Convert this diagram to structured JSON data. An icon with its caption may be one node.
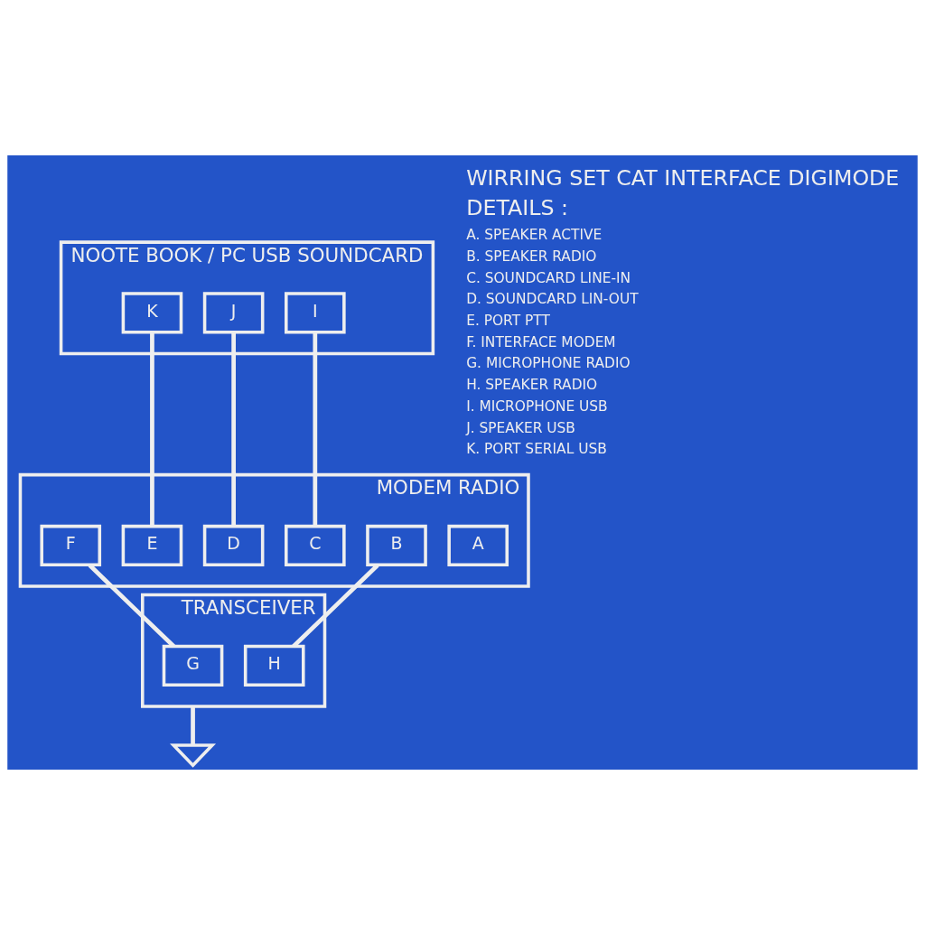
{
  "diagram": {
    "nodes": [
      {
        "text": [
          "NOOTE BOOK / PC USB SOUNDCARD"
        ]
      },
      {
        "text": [
          "I"
        ],
        "in": 0
      },
      {
        "text": [
          "J"
        ],
        "in": 0
      },
      {
        "text": [
          "K"
        ],
        "in": 0
      },
      {
        "text": [
          "MODEM RADIO"
        ]
      },
      {
        "text": [
          "A"
        ],
        "in": 4
      },
      {
        "text": [
          "B"
        ],
        "in": 4
      },
      {
        "text": [
          "C"
        ],
        "in": 4
      },
      {
        "text": [
          "D"
        ],
        "in": 4
      },
      {
        "text": [
          "E"
        ],
        "in": 4
      },
      {
        "text": [
          "F"
        ],
        "in": 4
      },
      {
        "text": [
          "TRANSCEIVER"
        ]
      },
      {
        "text": [
          "G"
        ],
        "in": 11
      },
      {
        "text": [
          "H"
        ],
        "in": 11
      },
      {
        "text": [],
        "shape": "antenna"
      }
    ],
    "edges": [
      {
        "from": 1,
        "to": 7,
        "arrow": "none"
      },
      {
        "from": 2,
        "to": 8,
        "arrow": "none"
      },
      {
        "from": 3,
        "to": 9,
        "arrow": "none"
      },
      {
        "from": 10,
        "to": 12,
        "arrow": "none"
      },
      {
        "from": 6,
        "to": 13,
        "arrow": "none"
      },
      {
        "from": 11,
        "to": 14,
        "arrow": "none"
      }
    ],
    "labels": [
      "WIRRING SET CAT INTERFACE DIGIMODE",
      "DETAILS :",
      "A. SPEAKER ACTIVE",
      "B. SPEAKER RADIO",
      "C. SOUNDCARD LINE-IN",
      "D. SOUNDCARD LIN-OUT",
      "E. PORT PTT",
      "F. INTERFACE MODEM",
      "G. MICROPHONE RADIO",
      "H. SPEAKER RADIO",
      "I. MICROPHONE USB",
      "J. SPEAKER USB",
      "K. PORT SERIAL USB"
    ]
  }
}
